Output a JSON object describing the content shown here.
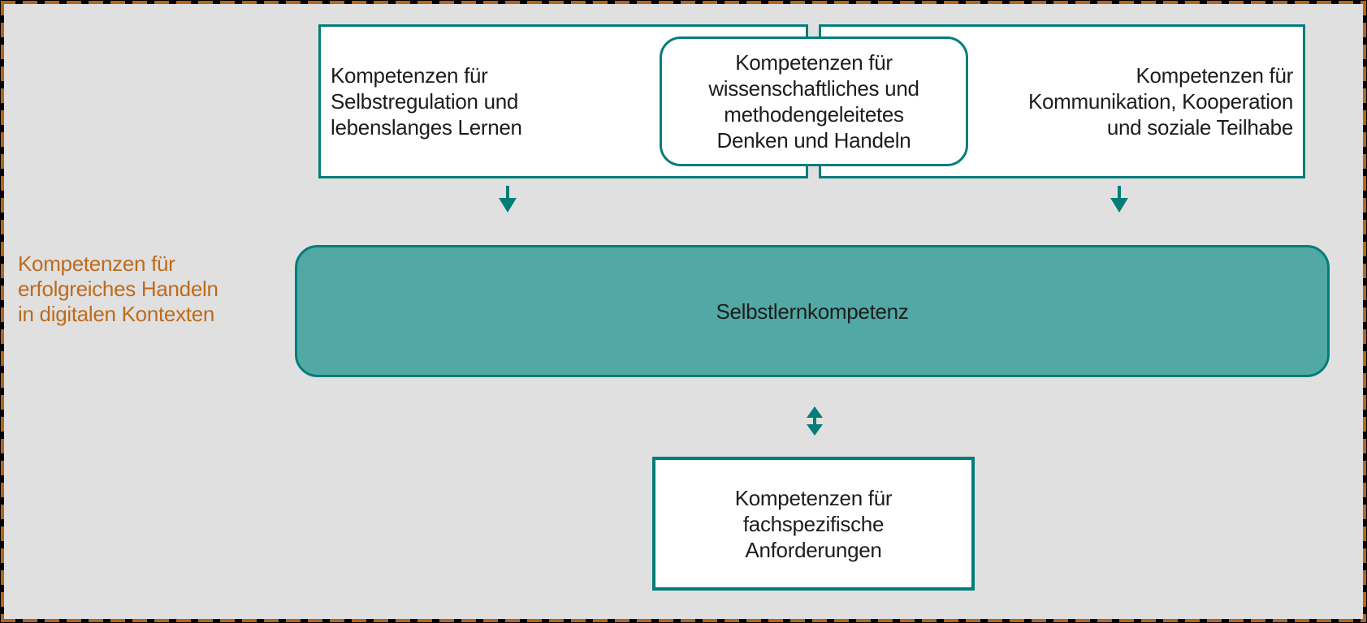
{
  "figure": {
    "side_label": "Kompetenzen für\nerfolgreiches Handeln\nin digitalen Kontexten",
    "boxes": {
      "selbstregulation": "Kompetenzen für\nSelbstregulation und\nlebenslanges Lernen",
      "wissenschaft": "Kompetenzen für\nwissenschaftliches und\nmethodengeleitetes\nDenken und Handeln",
      "kommunikation": "Kompetenzen für\nKommunikation, Kooperation\nund soziale Teilhabe",
      "selbstlern": "Selbstlernkompetenz",
      "fachspezifisch": "Kompetenzen für\nfachspezifische\nAnforderungen"
    },
    "icons": {
      "left_arrow": "down-arrow",
      "right_arrow": "down-arrow",
      "middle_arrow": "up-down-double-arrow"
    },
    "colors": {
      "background": "#e0e0e0",
      "frame_dash": "#b3651b",
      "frame_edge": "#000000",
      "teal_border": "#047d79",
      "teal_fill": "#52a8a4",
      "box_fill": "#ffffff",
      "text": "#1d1d1d",
      "accent_text": "#bd6b1c"
    }
  }
}
